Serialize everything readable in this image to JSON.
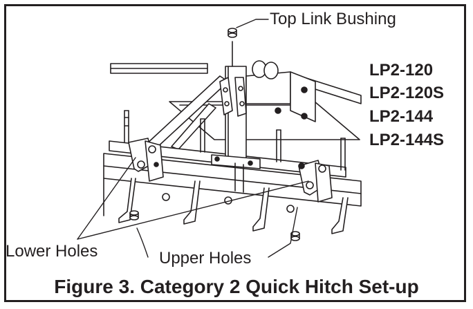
{
  "labels": {
    "top_link_bushing": "Top Link Bushing",
    "lower_holes": "Lower Holes",
    "upper_holes": "Upper Holes"
  },
  "models": [
    "LP2-120",
    "LP2-120S",
    "LP2-144",
    "LP2-144S"
  ],
  "caption": "Figure 3. Category 2 Quick Hitch Set-up",
  "colors": {
    "ink": "#231f20",
    "background": "#ffffff"
  }
}
